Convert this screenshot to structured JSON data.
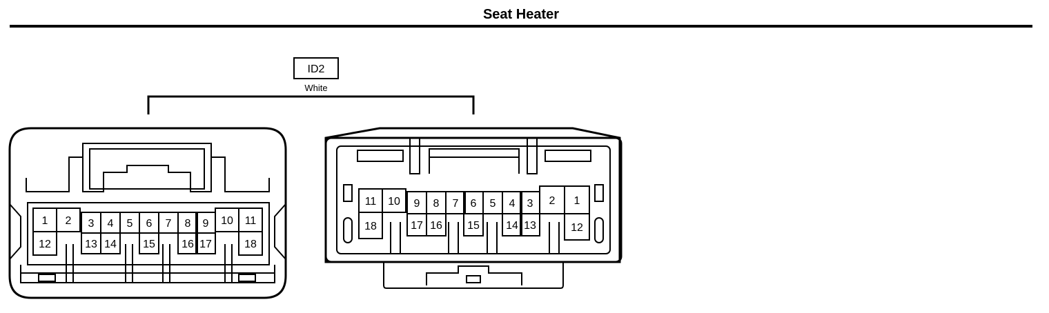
{
  "title": "Seat Heater",
  "connector": {
    "id": "ID2",
    "color": "White"
  },
  "left_view": {
    "pins": [
      "1",
      "2",
      "3",
      "4",
      "5",
      "6",
      "7",
      "8",
      "9",
      "10",
      "11",
      "12",
      "13",
      "14",
      "15",
      "16",
      "17",
      "18"
    ]
  },
  "right_view": {
    "pins": [
      "11",
      "10",
      "9",
      "8",
      "7",
      "6",
      "5",
      "4",
      "3",
      "2",
      "1",
      "18",
      "17",
      "16",
      "15",
      "14",
      "13",
      "12"
    ]
  }
}
